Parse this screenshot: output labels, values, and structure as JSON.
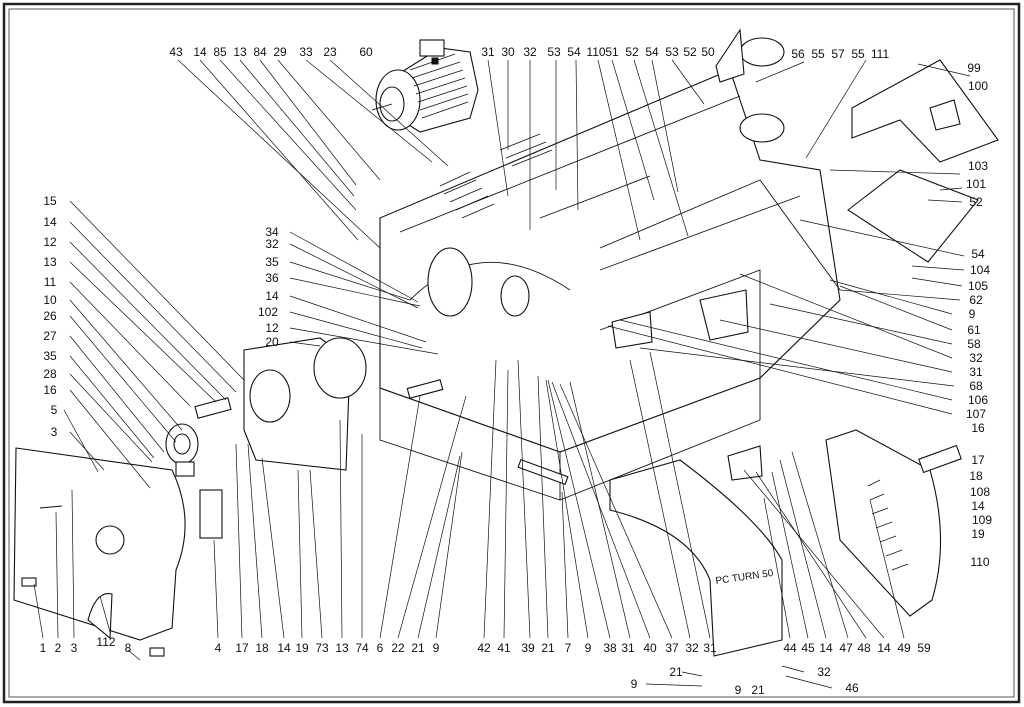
{
  "diagram": {
    "callouts": {
      "top": [
        "43",
        "14",
        "85",
        "13",
        "84",
        "29",
        "33",
        "23",
        "60",
        "31",
        "30",
        "32",
        "53",
        "54",
        "110",
        "51",
        "52",
        "54",
        "53",
        "52",
        "50",
        "56",
        "55",
        "57",
        "55",
        "111",
        "99",
        "100"
      ],
      "right": [
        "103",
        "101",
        "52",
        "54",
        "104",
        "105",
        "62",
        "9",
        "61",
        "58",
        "32",
        "31",
        "68",
        "106",
        "107",
        "16",
        "17",
        "18",
        "108",
        "14",
        "109",
        "19",
        "110"
      ],
      "left": [
        "15",
        "14",
        "12",
        "13",
        "11",
        "10",
        "26",
        "27",
        "35",
        "28",
        "16",
        "5",
        "3"
      ],
      "middle": [
        "34",
        "32",
        "35",
        "36",
        "14",
        "102",
        "12",
        "20"
      ],
      "bottom": [
        "1",
        "2",
        "3",
        "112",
        "8",
        "4",
        "17",
        "18",
        "14",
        "19",
        "73",
        "13",
        "74",
        "6",
        "22",
        "21",
        "9",
        "42",
        "41",
        "39",
        "21",
        "7",
        "9",
        "38",
        "31",
        "40",
        "37",
        "32",
        "31",
        "44",
        "45",
        "14",
        "47",
        "48",
        "14",
        "49",
        "59"
      ],
      "bottom_extra": [
        "21",
        "32",
        "9",
        "9",
        "21",
        "46"
      ]
    },
    "panel_label": "PC TURN 50"
  }
}
